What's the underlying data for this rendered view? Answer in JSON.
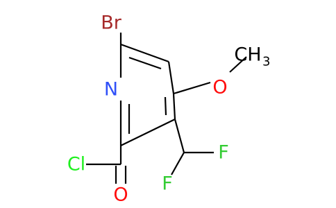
{
  "molecule": {
    "atoms": {
      "br": {
        "text": "Br",
        "color": "#a62929"
      },
      "n": {
        "text": "N",
        "color": "#3050f8"
      },
      "o_methoxy": {
        "text": "O",
        "color": "#ff0d0d"
      },
      "ch3": {
        "text": "CH",
        "sub": "3",
        "color": "#000000"
      },
      "f_top": {
        "text": "F",
        "color": "#33cc33"
      },
      "f_bottom": {
        "text": "F",
        "color": "#33cc33"
      },
      "cl": {
        "text": "Cl",
        "color": "#1ff01f"
      },
      "o_carbonyl": {
        "text": "O",
        "color": "#ff0d0d"
      }
    }
  }
}
